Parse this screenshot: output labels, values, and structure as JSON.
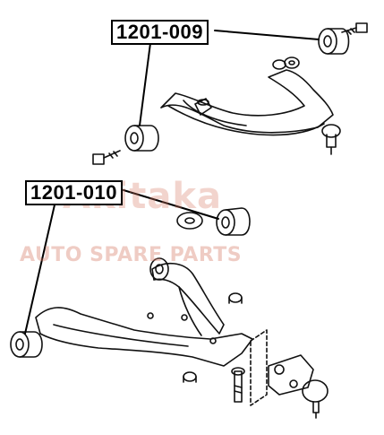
{
  "part_labels": {
    "upper": "1201-009",
    "lower": "1201-010"
  },
  "watermark": {
    "brand": "Akitaka",
    "tagline": "AUTO SPARE PARTS",
    "color": "#d67864"
  }
}
